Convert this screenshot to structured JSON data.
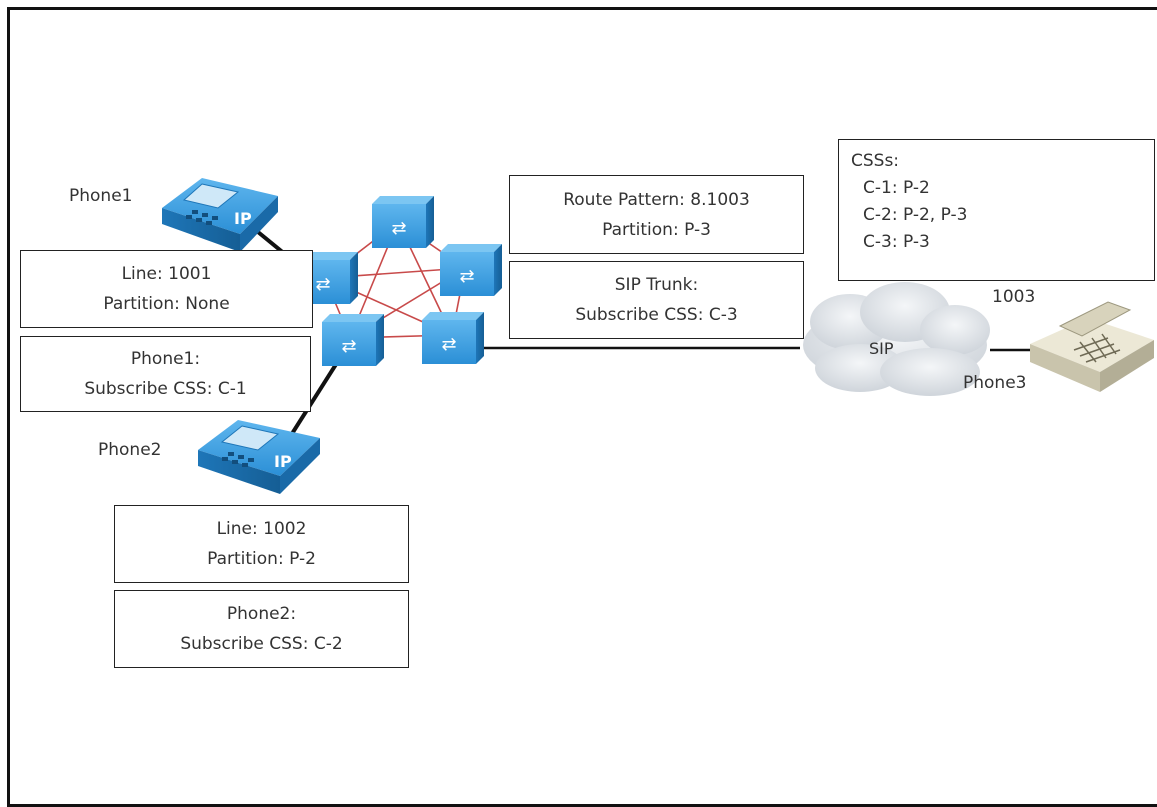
{
  "devices": {
    "phone1_label": "Phone1",
    "phone2_label": "Phone2",
    "phone3_label": "Phone3",
    "phone3_number": "1003",
    "cloud_label": "SIP",
    "ip_badge": "IP"
  },
  "boxes": {
    "phone1_line": [
      "Line: 1001",
      "Partition: None"
    ],
    "phone1_css": [
      "Phone1:",
      "Subscribe CSS: C-1"
    ],
    "phone2_line": [
      "Line: 1002",
      "Partition: P-2"
    ],
    "phone2_css": [
      "Phone2:",
      "Subscribe CSS: C-2"
    ],
    "route_pattern": [
      "Route Pattern: 8.1003",
      "Partition: P-3"
    ],
    "sip_trunk": [
      "SIP Trunk:",
      "Subscribe CSS: C-3"
    ],
    "css_list": {
      "title": "CSSs:",
      "items": [
        "C-1: P-2",
        "C-2: P-2, P-3",
        "C-3: P-3"
      ]
    }
  },
  "colors": {
    "device_blue": "#2b8fd6",
    "mesh_red": "#c84a4a",
    "cloud": "#dfe3e8",
    "phone3_body": "#e4e0cc"
  }
}
